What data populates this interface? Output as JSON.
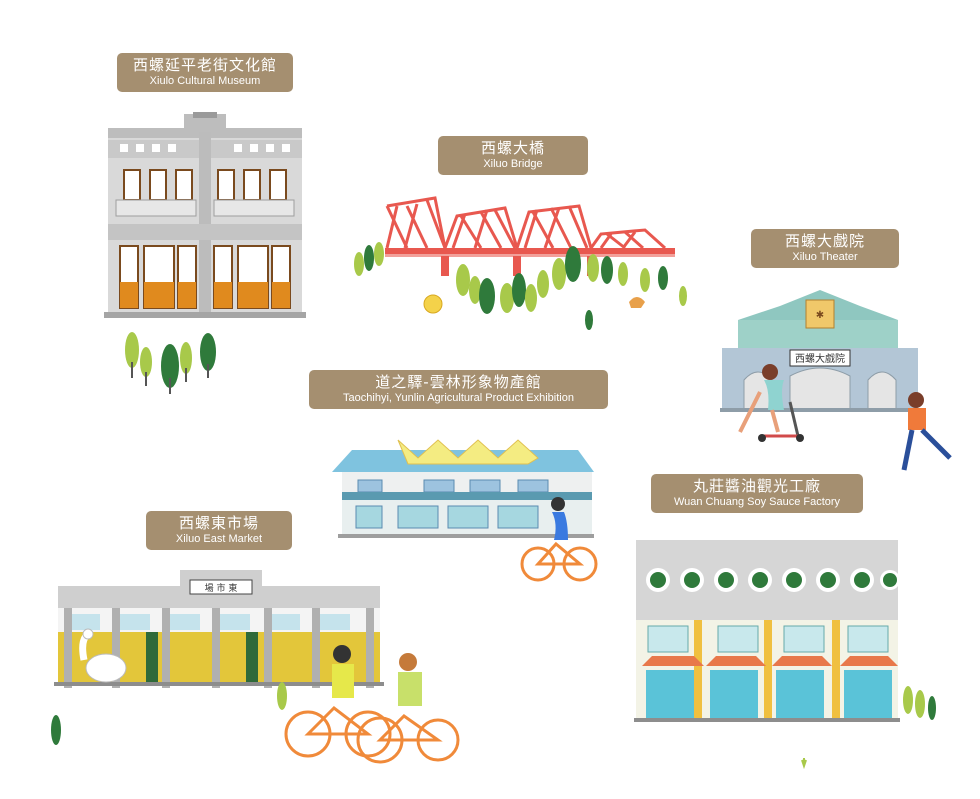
{
  "attractions": [
    {
      "name_zh": "西螺延平老街文化館",
      "name_en": "Xiulo Cultural Museum"
    },
    {
      "name_zh": "西螺大橋",
      "name_en": "Xiluo Bridge"
    },
    {
      "name_zh": "西螺大戲院",
      "name_en": "Xiluo Theater"
    },
    {
      "name_zh": "道之驛-雲林形象物產館",
      "name_en": "Taochihyi, Yunlin Agricultural Product Exhibition"
    },
    {
      "name_zh": "西螺東市場",
      "name_en": "Xiluo East Market"
    },
    {
      "name_zh": "丸莊醬油觀光工廠",
      "name_en": "Wuan Chuang Soy Sauce Factory"
    }
  ],
  "signs": {
    "theater": "西螺大戲院",
    "market": "場 市 東"
  },
  "colors": {
    "label_bg": "#a58f70",
    "bridge": "#e8584f",
    "tree_light": "#a8c94a",
    "tree_dark": "#2f7a3b"
  }
}
